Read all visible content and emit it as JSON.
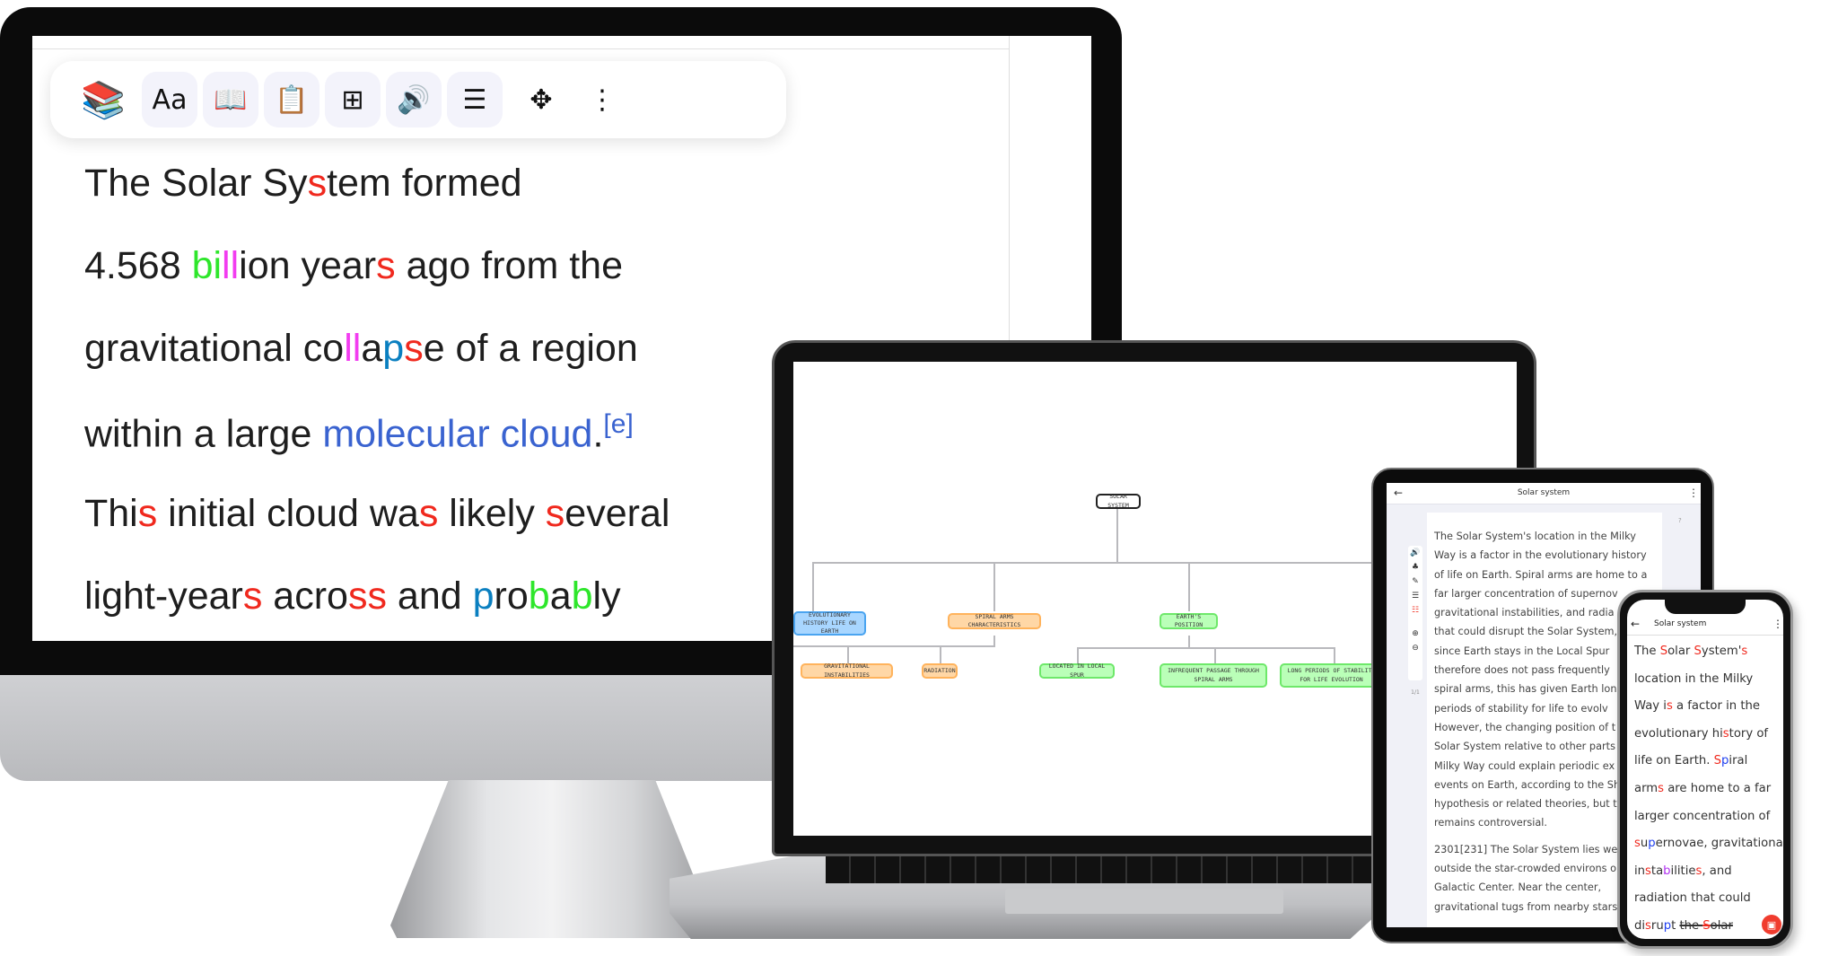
{
  "colors": {
    "red": "#f0291e",
    "green": "#2ee62b",
    "magenta": "#f23cf0",
    "teal": "#0a7fc0",
    "link": "#3a63d0",
    "purple": "#b030f0",
    "blue": "#2040f0",
    "accent": "#f03c2e"
  },
  "monitor": {
    "toolbar": [
      {
        "name": "app-logo-icon",
        "glyph": "📚"
      },
      {
        "name": "font-settings-button",
        "glyph": "Aa"
      },
      {
        "name": "reading-mode-button",
        "glyph": "📖"
      },
      {
        "name": "clipboard-check-button",
        "glyph": "📋"
      },
      {
        "name": "mind-map-button",
        "glyph": "⊞"
      },
      {
        "name": "text-to-speech-button",
        "glyph": "🔊"
      },
      {
        "name": "line-highlight-button",
        "glyph": "☰"
      },
      {
        "name": "move-toolbar-button",
        "glyph": "✥"
      },
      {
        "name": "more-options-button",
        "glyph": "⋮"
      }
    ],
    "lines": [
      [
        [
          "The Solar Sy",
          ""
        ],
        [
          "s",
          "red"
        ],
        [
          "tem formed",
          ""
        ]
      ],
      [
        [
          "4.568 ",
          ""
        ],
        [
          "bi",
          "green"
        ],
        [
          "ll",
          "magenta"
        ],
        [
          "ion year",
          ""
        ],
        [
          "s",
          "red"
        ],
        [
          " ago from the",
          ""
        ]
      ],
      [
        [
          "gravitational co",
          ""
        ],
        [
          "ll",
          "magenta"
        ],
        [
          "a",
          ""
        ],
        [
          "p",
          "teal"
        ],
        [
          "s",
          "red"
        ],
        [
          "e of a region",
          ""
        ]
      ],
      [
        [
          "within a large ",
          ""
        ],
        [
          "molecular cloud",
          "link"
        ],
        [
          ".",
          ""
        ],
        [
          "[e]",
          "link",
          "sup"
        ]
      ],
      [
        [
          "Thi",
          ""
        ],
        [
          "s",
          "red"
        ],
        [
          " initial cloud wa",
          ""
        ],
        [
          "s",
          "red"
        ],
        [
          " likely ",
          ""
        ],
        [
          "s",
          "red"
        ],
        [
          "everal",
          ""
        ]
      ],
      [
        [
          "light-year",
          ""
        ],
        [
          "s",
          "red"
        ],
        [
          " acro",
          ""
        ],
        [
          "ss",
          "red"
        ],
        [
          " and ",
          ""
        ],
        [
          "p",
          "teal"
        ],
        [
          "ro",
          ""
        ],
        [
          "b",
          "green"
        ],
        [
          "a",
          ""
        ],
        [
          "b",
          "green"
        ],
        [
          "ly",
          ""
        ]
      ]
    ]
  },
  "laptop": {
    "mindmap": {
      "root": "SOLAR SYSTEM",
      "evolutionary": "EVOLUTIONARY HISTORY LIFE ON EARTH",
      "spiral": "SPIRAL ARMS CHARACTERISTICS",
      "earth": "EARTH'S POSITION",
      "gravitational": "GRAVITATIONAL INSTABILITIES",
      "radiation": "RADIATION",
      "spur": "LOCATED IN LOCAL SPUR",
      "passage": "INFREQUENT PASSAGE THROUGH SPIRAL ARMS",
      "stability": "LONG PERIODS OF STABILITY FOR LIFE EVOLUTION"
    }
  },
  "tablet": {
    "title": "Solar system",
    "back": "←",
    "menu": "⋮",
    "help": "?",
    "page_indicator": "1/1",
    "lines": [
      "The Solar System's location in the Milky",
      "Way is a factor in the evolutionary history",
      "of life on Earth. Spiral arms are home to a",
      "far larger concentration of supernov",
      "gravitational instabilities, and radia",
      "that could disrupt the Solar System,",
      "since Earth stays in the Local Spur",
      "therefore does not pass frequently",
      "spiral arms, this has given Earth lon",
      "periods of stability for life to evolv",
      "However, the changing position of t",
      "Solar System relative to other parts",
      "Milky Way could explain periodic ex",
      "events on Earth, according to the Sh",
      "hypothesis or related theories, but t",
      "remains controversial.",
      "",
      "2301[231] The Solar System lies we",
      "outside the star-crowded environs o",
      "Galactic Center. Near the center,",
      "gravitational tugs from nearby stars"
    ]
  },
  "phone": {
    "title": "Solar system",
    "back": "←",
    "menu": "⋮",
    "lines": [
      [
        [
          "The ",
          ""
        ],
        [
          "S",
          "red"
        ],
        [
          "olar ",
          ""
        ],
        [
          "S",
          "red"
        ],
        [
          "ystem'",
          ""
        ],
        [
          "s",
          "red"
        ]
      ],
      [
        [
          "location in the Milky",
          ""
        ]
      ],
      [
        [
          "Way i",
          ""
        ],
        [
          "s",
          "red"
        ],
        [
          " a factor in the",
          ""
        ]
      ],
      [
        [
          "evolutionary hi",
          ""
        ],
        [
          "s",
          "red"
        ],
        [
          "tory of",
          ""
        ]
      ],
      [
        [
          "life on Earth. ",
          ""
        ],
        [
          "S",
          "red"
        ],
        [
          "p",
          "blue"
        ],
        [
          "iral",
          ""
        ]
      ],
      [
        [
          "arm",
          ""
        ],
        [
          "s",
          "red"
        ],
        [
          " are home to a far",
          ""
        ]
      ],
      [
        [
          "larger concentration of",
          ""
        ]
      ],
      [
        [
          "s",
          "red"
        ],
        [
          "u",
          ""
        ],
        [
          "p",
          "blue"
        ],
        [
          "ernovae, gravitational",
          ""
        ]
      ],
      [
        [
          "in",
          ""
        ],
        [
          "s",
          "red"
        ],
        [
          "ta",
          ""
        ],
        [
          "b",
          "purple"
        ],
        [
          "ilitie",
          ""
        ],
        [
          "s",
          "red"
        ],
        [
          ", and",
          ""
        ]
      ],
      [
        [
          "radiation that could",
          ""
        ]
      ],
      [
        [
          "di",
          ""
        ],
        [
          "s",
          "red"
        ],
        [
          "ru",
          ""
        ],
        [
          "p",
          "blue"
        ],
        [
          "t ",
          ""
        ],
        [
          "the ",
          "",
          "strike"
        ],
        [
          "S",
          "red",
          "strike"
        ],
        [
          "olar",
          "",
          "strike"
        ]
      ]
    ]
  }
}
